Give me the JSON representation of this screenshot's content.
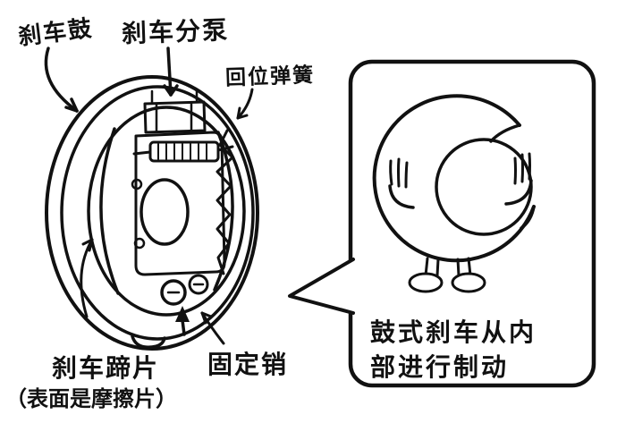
{
  "colors": {
    "ink": "#111111",
    "background": "#ffffff"
  },
  "labels": {
    "brake_drum": "刹车鼓",
    "wheel_cylinder": "刹车分泵",
    "return_spring": "回位弹簧",
    "brake_shoe": "刹车蹄片",
    "brake_shoe_note": "（表面是摩擦片）",
    "fixing_pin": "固定销"
  },
  "speech_bubble": {
    "line1": "鼓式刹车从内",
    "line2": "部进行制动"
  }
}
